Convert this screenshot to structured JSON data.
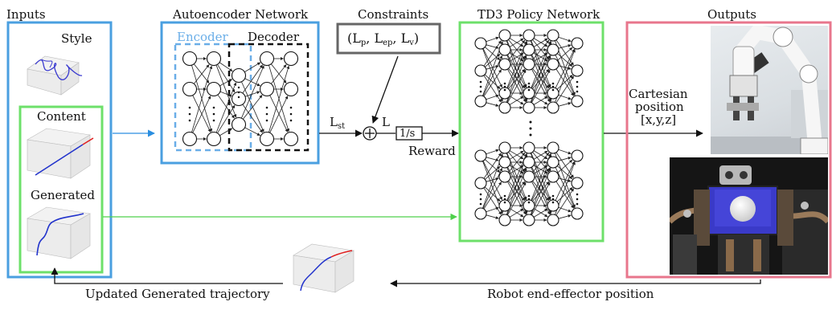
{
  "inputs": {
    "title": "Inputs",
    "style_label": "Style",
    "content_label": "Content",
    "generated_label": "Generated"
  },
  "autoencoder": {
    "title": "Autoencoder Network",
    "encoder_label": "Encoder",
    "decoder_label": "Decoder"
  },
  "constraints": {
    "title": "Constraints",
    "l_p_base": "L",
    "l_p_sub": "p",
    "l_ep_base": "L",
    "l_ep_sub": "ep",
    "l_v_base": "L",
    "l_v_sub": "v",
    "open": "(",
    "sep": ", ",
    "close": ")"
  },
  "flow": {
    "lst_base": "L",
    "lst_sub": "st",
    "l_label": "L",
    "integrator_label": "1/s",
    "reward_label": "Reward",
    "sum_symbol": "⊕"
  },
  "td3": {
    "title": "TD3 Policy Network"
  },
  "outputs": {
    "title": "Outputs",
    "cartesian_line1": "Cartesian",
    "cartesian_line2": "position",
    "cartesian_line3": "[x,y,z]"
  },
  "feedback": {
    "updated_label": "Updated Generated trajectory",
    "robot_label": "Robot end-effector position"
  },
  "colors": {
    "blue": "#4a9fe0",
    "green": "#6de06a",
    "pink": "#e8768c",
    "gray": "#666666",
    "dashed_blue": "#6aaee8",
    "trajectory_blue": "#2233cc",
    "trajectory_red": "#e02020"
  }
}
